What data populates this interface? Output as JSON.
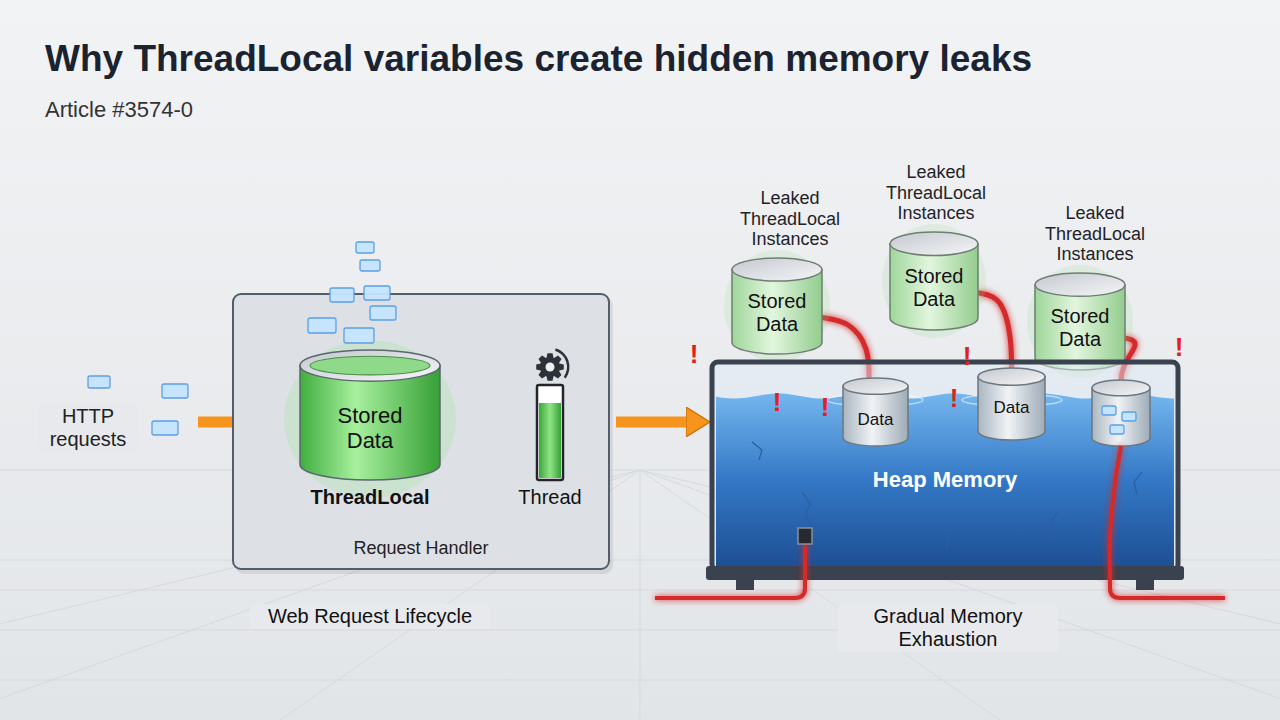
{
  "diagram": {
    "title": "Why ThreadLocal variables create hidden memory leaks",
    "nodes": [
      {
        "text": [
          "Request Handler"
        ]
      },
      {
        "text": [
          "Stored Data",
          "ThreadLocal"
        ],
        "in": 0
      },
      {
        "text": [
          "Thread"
        ],
        "in": 0
      },
      {
        "text": [
          "Leaked ThreadLocal Instances",
          "Stored Data"
        ]
      },
      {
        "text": [
          "Leaked ThreadLocal Instances",
          "Stored Data"
        ]
      },
      {
        "text": [
          "Leaked ThreadLocal Instances",
          "Stored Data"
        ]
      },
      {
        "text": [
          "Heap Memory"
        ]
      },
      {
        "text": [
          "Data"
        ],
        "in": 6
      },
      {
        "text": [
          "Data"
        ],
        "in": 6
      }
    ],
    "edges": [
      {
        "from": 1,
        "to": 2,
        "arrow": "to"
      },
      {
        "from": 0,
        "to": 6,
        "arrow": "to"
      },
      {
        "from": 3,
        "to": 7,
        "arrow": "none"
      },
      {
        "from": 4,
        "to": 8,
        "arrow": "none"
      }
    ],
    "labels": [
      "Article #3574-0",
      "HTTP requests",
      "!",
      "!",
      "!",
      "!",
      "!",
      "!",
      "Web Request Lifecycle",
      "Gradual Memory Exhaustion"
    ]
  }
}
